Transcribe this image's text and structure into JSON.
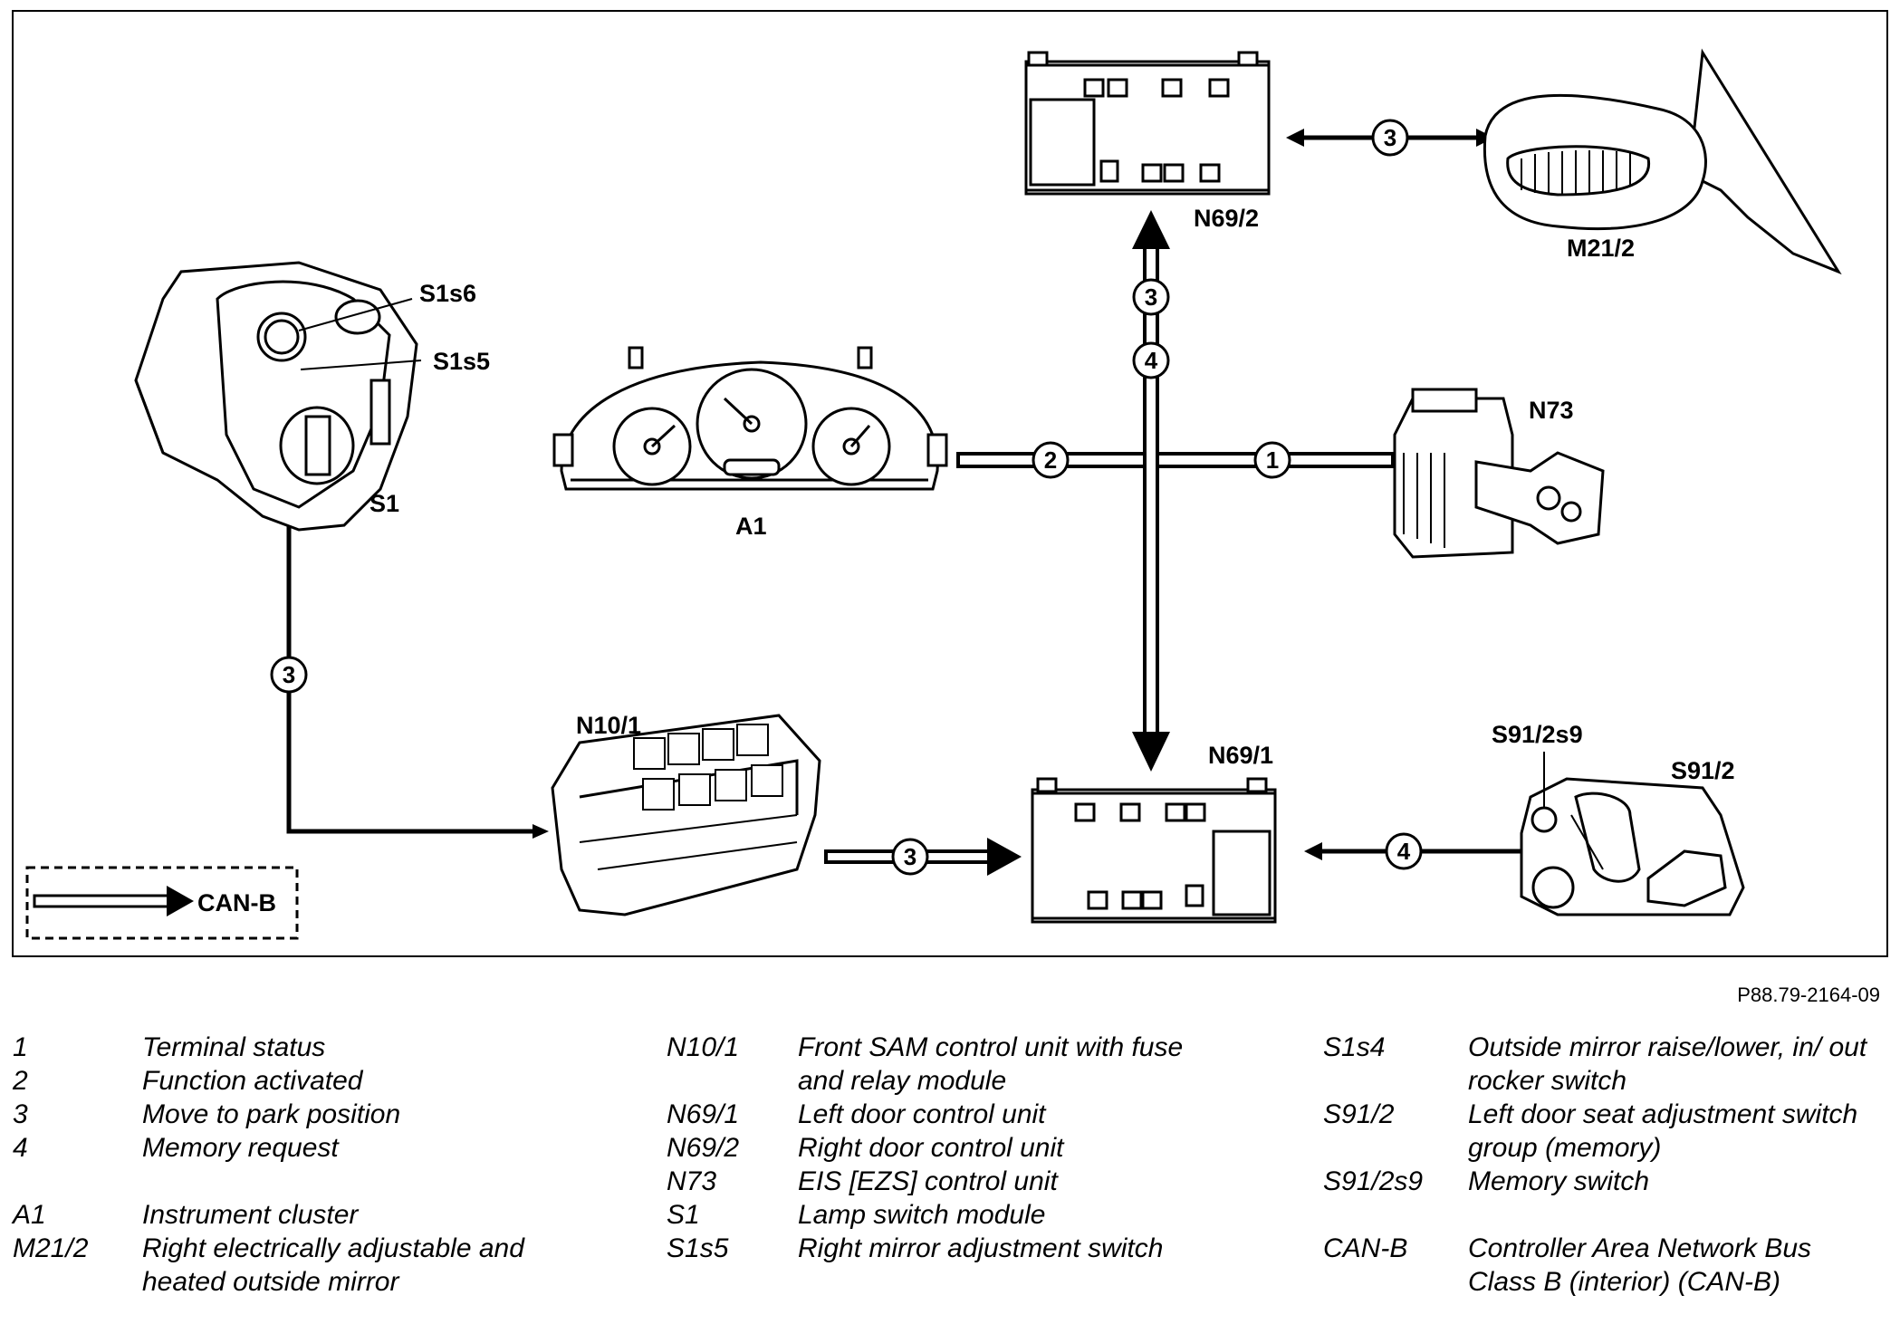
{
  "diagram": {
    "labels": {
      "S1s6": "S1s6",
      "S1s5": "S1s5",
      "S1": "S1",
      "A1": "A1",
      "N69_2": "N69/2",
      "M21_2": "M21/2",
      "N73": "N73",
      "N10_1": "N10/1",
      "N69_1": "N69/1",
      "S91_2s9": "S91/2s9",
      "S91_2": "S91/2",
      "canb": "CAN-B"
    },
    "circles": {
      "c_top_mirror": "3",
      "c_vert_3": "3",
      "c_vert_4": "4",
      "c_h_2": "2",
      "c_h_1": "1",
      "c_left_3": "3",
      "c_bottom_3": "3",
      "c_bottom_4": "4"
    }
  },
  "ref_code": "P88.79-2164-09",
  "legend": {
    "col1": [
      {
        "key": "1",
        "value": "Terminal status"
      },
      {
        "key": "2",
        "value": "Function activated"
      },
      {
        "key": "3",
        "value": "Move to park position"
      },
      {
        "key": "4",
        "value": "Memory request"
      },
      {
        "key": "A1",
        "value": "Instrument cluster"
      },
      {
        "key": "M21/2",
        "value": "Right electrically adjustable and heated outside mirror"
      }
    ],
    "col2": [
      {
        "key": "N10/1",
        "value": "Front SAM control unit with fuse and relay module"
      },
      {
        "key": "N69/1",
        "value": "Left door control unit"
      },
      {
        "key": "N69/2",
        "value": "Right door control unit"
      },
      {
        "key": "N73",
        "value": "EIS [EZS] control unit"
      },
      {
        "key": "S1",
        "value": "Lamp switch module"
      },
      {
        "key": "S1s5",
        "value": "Right mirror adjustment switch"
      }
    ],
    "col3": [
      {
        "key": "S1s4",
        "value": "Outside mirror raise/lower, in/ out rocker switch"
      },
      {
        "key": "S91/2",
        "value": "Left door seat adjustment switch group (memory)"
      },
      {
        "key": "S91/2s9",
        "value": "Memory switch"
      },
      {
        "key": "CAN-B",
        "value": "Controller Area Network Bus Class B (interior) (CAN-B)"
      }
    ]
  }
}
